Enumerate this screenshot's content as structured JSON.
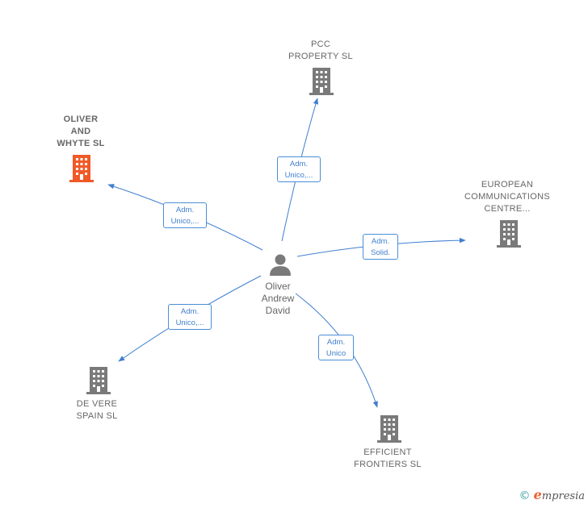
{
  "center": {
    "name_lines": [
      "Oliver",
      "Andrew",
      "David"
    ],
    "icon": "person-icon"
  },
  "companies": {
    "pcc": {
      "lines": [
        "PCC",
        "PROPERTY  SL"
      ],
      "icon": "building-icon",
      "color": "#7a7a7a"
    },
    "oliver_whyte": {
      "lines": [
        "OLIVER",
        "AND",
        "WHYTE  SL"
      ],
      "icon": "building-icon",
      "color": "#f05a28"
    },
    "european": {
      "lines": [
        "EUROPEAN",
        "COMMUNICATIONS",
        "CENTRE..."
      ],
      "icon": "building-icon",
      "color": "#7a7a7a"
    },
    "de_vere": {
      "lines": [
        "DE VERE",
        "SPAIN  SL"
      ],
      "icon": "building-icon",
      "color": "#7a7a7a"
    },
    "efficient": {
      "lines": [
        "EFFICIENT",
        "FRONTIERS  SL"
      ],
      "icon": "building-icon",
      "color": "#7a7a7a"
    }
  },
  "edges": {
    "pcc": [
      "Adm.",
      "Unico,..."
    ],
    "oliver_whyte": [
      "Adm.",
      "Unico,..."
    ],
    "european": [
      "Adm.",
      "Solid."
    ],
    "de_vere": [
      "Adm.",
      "Unico,..."
    ],
    "efficient": [
      "Adm.",
      "Unico"
    ]
  },
  "colors": {
    "edge": "#3f7fcf",
    "highlight_company": "#f05a28",
    "company": "#7a7a7a",
    "person": "#7a7a7a"
  },
  "footer": {
    "copyright": "©",
    "brand_initial": "e",
    "brand_rest": "mpresia"
  }
}
